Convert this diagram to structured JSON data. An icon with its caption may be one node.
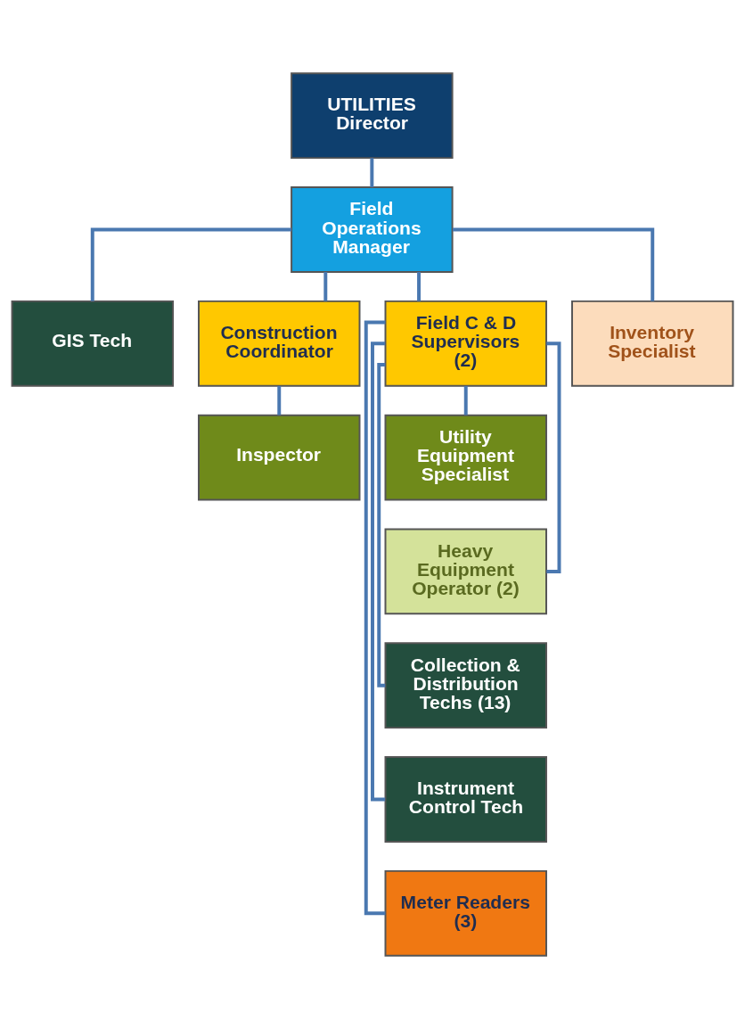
{
  "diagram": {
    "nodes": [
      {
        "text": [
          "UTILITIES Director"
        ]
      },
      {
        "text": [
          "Field Operations Manager"
        ]
      },
      {
        "text": [
          "GIS Tech"
        ]
      },
      {
        "text": [
          "Construction Coordinator"
        ]
      },
      {
        "text": [
          "Field C & D Supervisors (2)"
        ]
      },
      {
        "text": [
          "Inventory Specialist"
        ]
      },
      {
        "text": [
          "Inspector"
        ]
      },
      {
        "text": [
          "Utility Equipment Specialist"
        ]
      },
      {
        "text": [
          "Heavy Equipment Operator (2)"
        ]
      },
      {
        "text": [
          "Collection & Distribution Techs (13)"
        ]
      },
      {
        "text": [
          "Instrument Control Tech"
        ]
      },
      {
        "text": [
          "Meter Readers (3)"
        ]
      }
    ],
    "edges": [
      {
        "from": 0,
        "to": 1,
        "arrow": "none"
      },
      {
        "from": 1,
        "to": 2,
        "arrow": "none"
      },
      {
        "from": 1,
        "to": 3,
        "arrow": "none"
      },
      {
        "from": 1,
        "to": 4,
        "arrow": "none"
      },
      {
        "from": 1,
        "to": 5,
        "arrow": "none"
      },
      {
        "from": 3,
        "to": 6,
        "arrow": "none"
      },
      {
        "from": 4,
        "to": 7,
        "arrow": "none"
      },
      {
        "from": 4,
        "to": 8,
        "arrow": "none"
      },
      {
        "from": 4,
        "to": 9,
        "arrow": "none"
      },
      {
        "from": 4,
        "to": 10,
        "arrow": "none"
      },
      {
        "from": 4,
        "to": 11,
        "arrow": "none"
      }
    ]
  }
}
